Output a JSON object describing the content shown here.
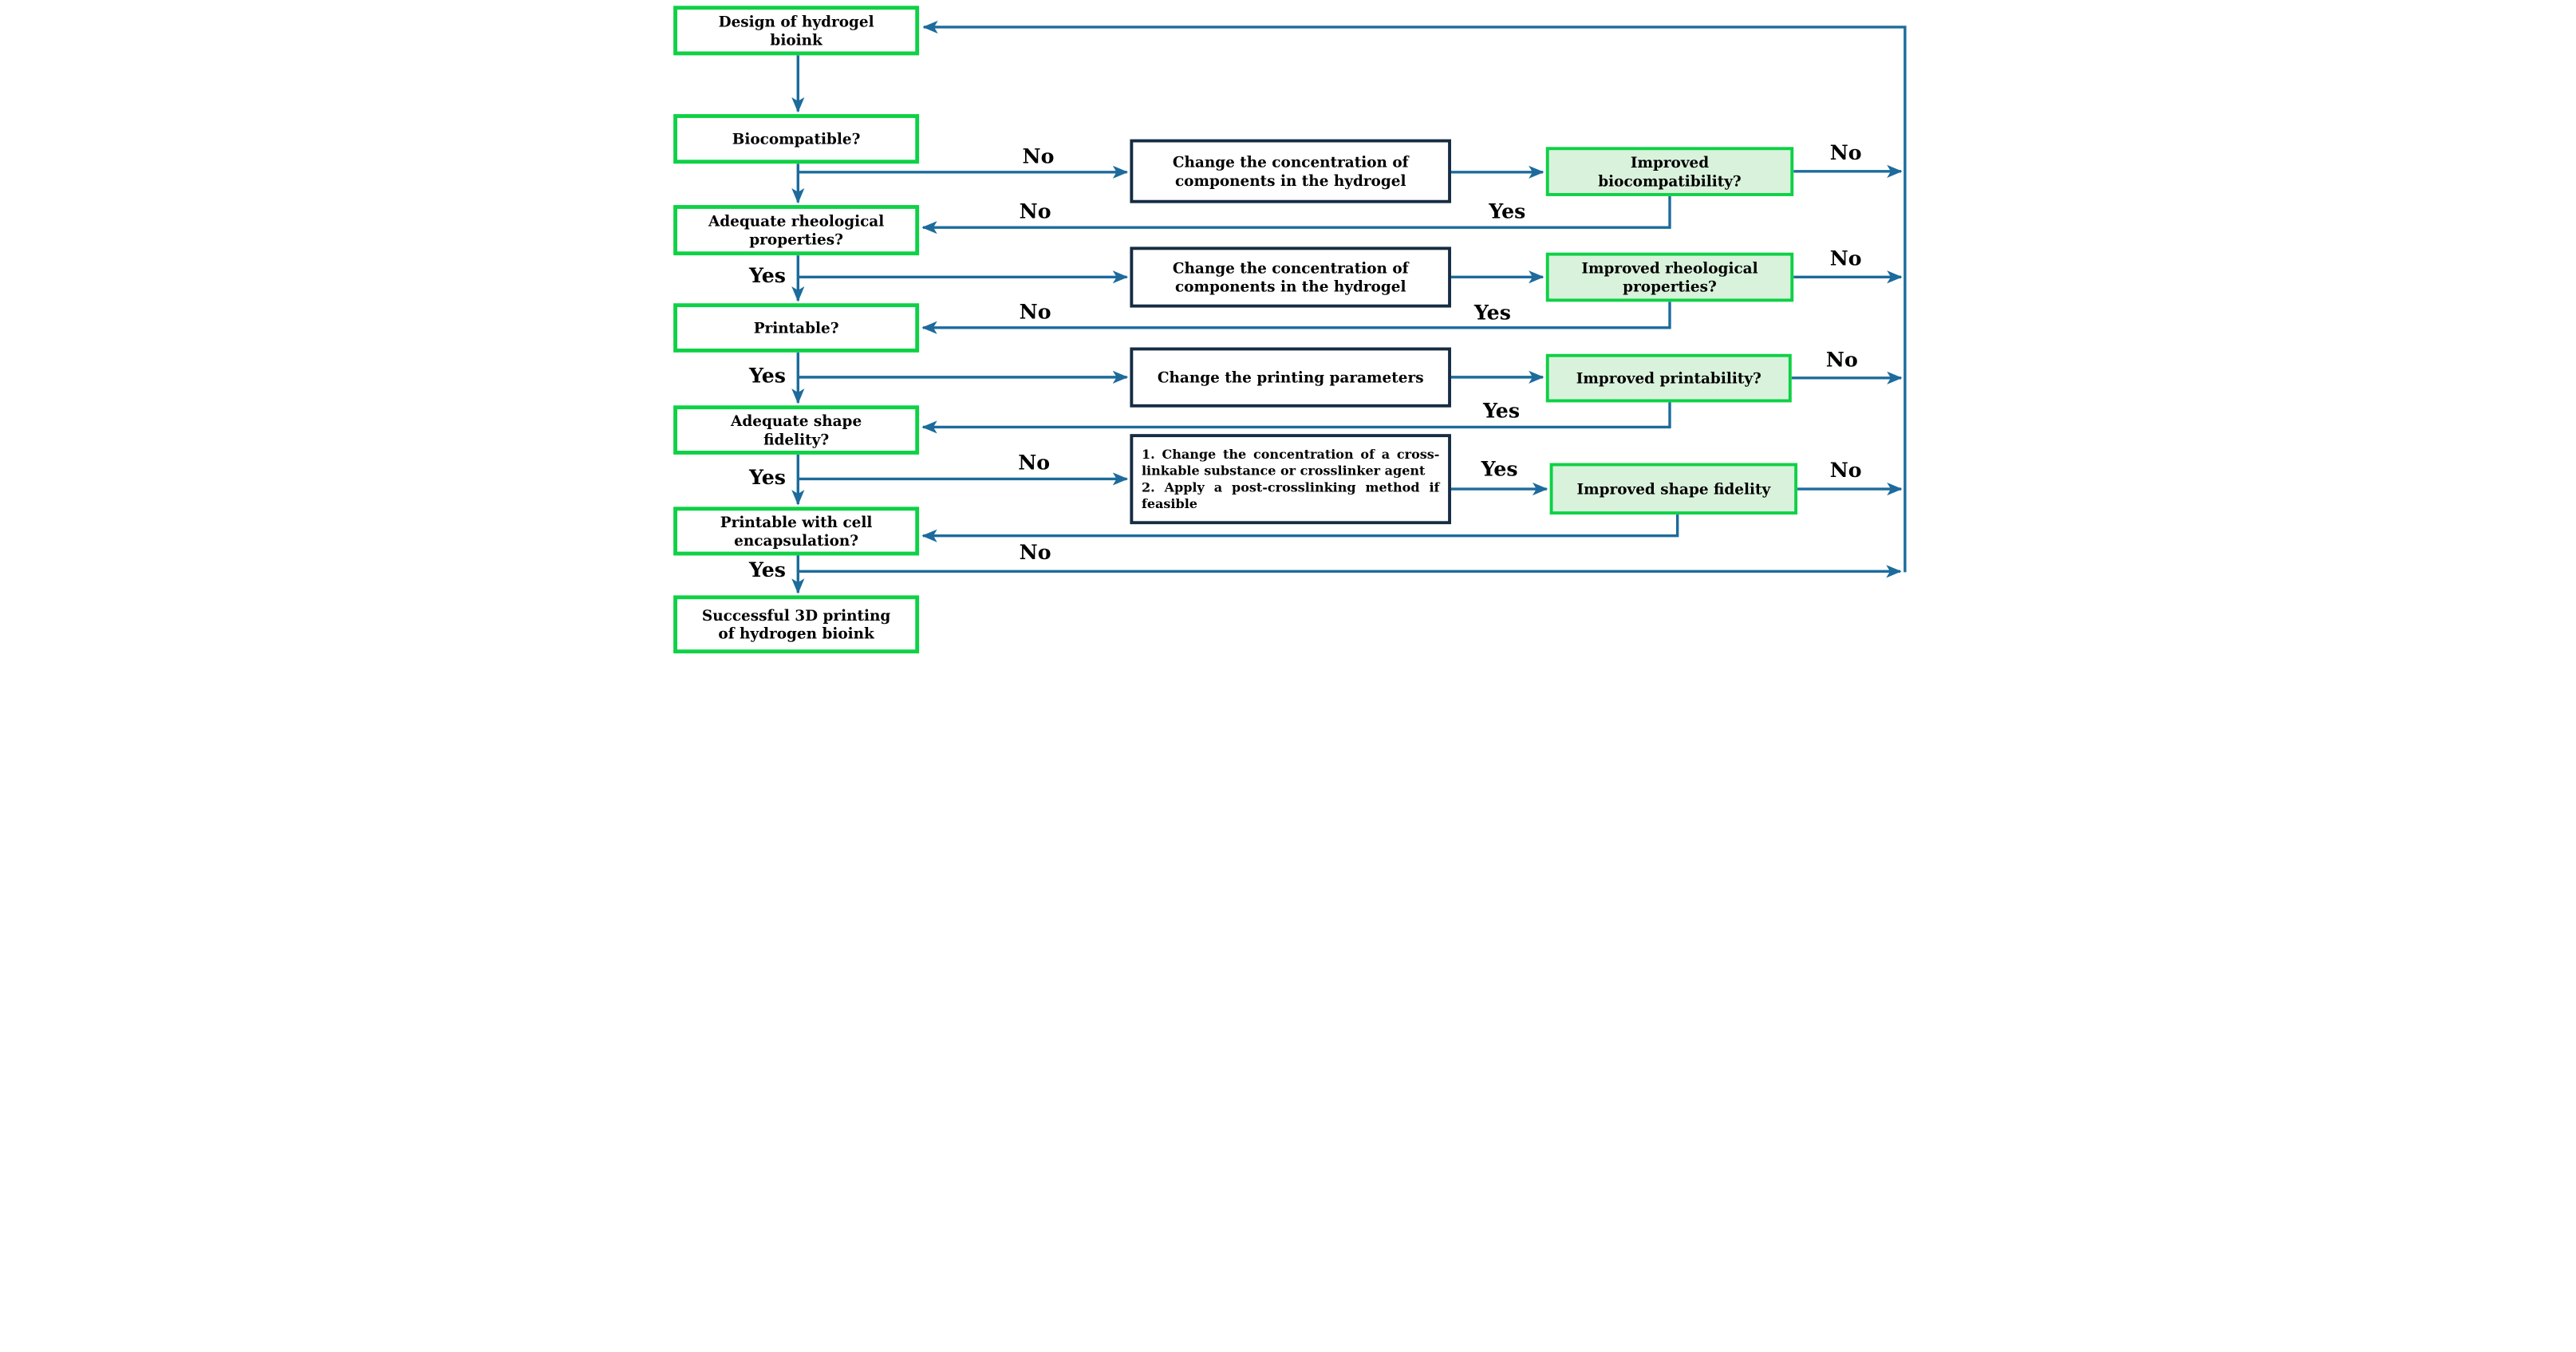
{
  "boxes": {
    "l1": "Design of hydrogel bioink",
    "l2": "Biocompatible?",
    "l3": "Adequate rheological properties?",
    "l4": "Printable?",
    "l5": "Adequate shape fidelity?",
    "l6": "Printable with cell encapsulation?",
    "l7": "Successful 3D printing of hydrogen bioink",
    "m1": "Change the concentration of components in the hydrogel",
    "m2": "Change the concentration of components in the hydrogel",
    "m3": "Change the printing parameters",
    "m4_item1": "1. Change the concentration of a cross-linkable substance or crosslinker agent",
    "m4_item2": "2. Apply a post-crosslinking method if feasible",
    "r1": "Improved biocompatibility?",
    "r2": "Improved rheological properties?",
    "r3": "Improved printability?",
    "r4": "Improved shape fidelity"
  },
  "labels": {
    "yes": "Yes",
    "no": "No"
  },
  "colors": {
    "connector": "#1d6b9c",
    "decision_border": "#0ed145",
    "decision_fill": "#ffffff",
    "action_border": "#152c42",
    "action_fill": "#ffffff",
    "outcome_border": "#0ed145",
    "outcome_fill": "#d9f2dc",
    "text": "#010101"
  }
}
